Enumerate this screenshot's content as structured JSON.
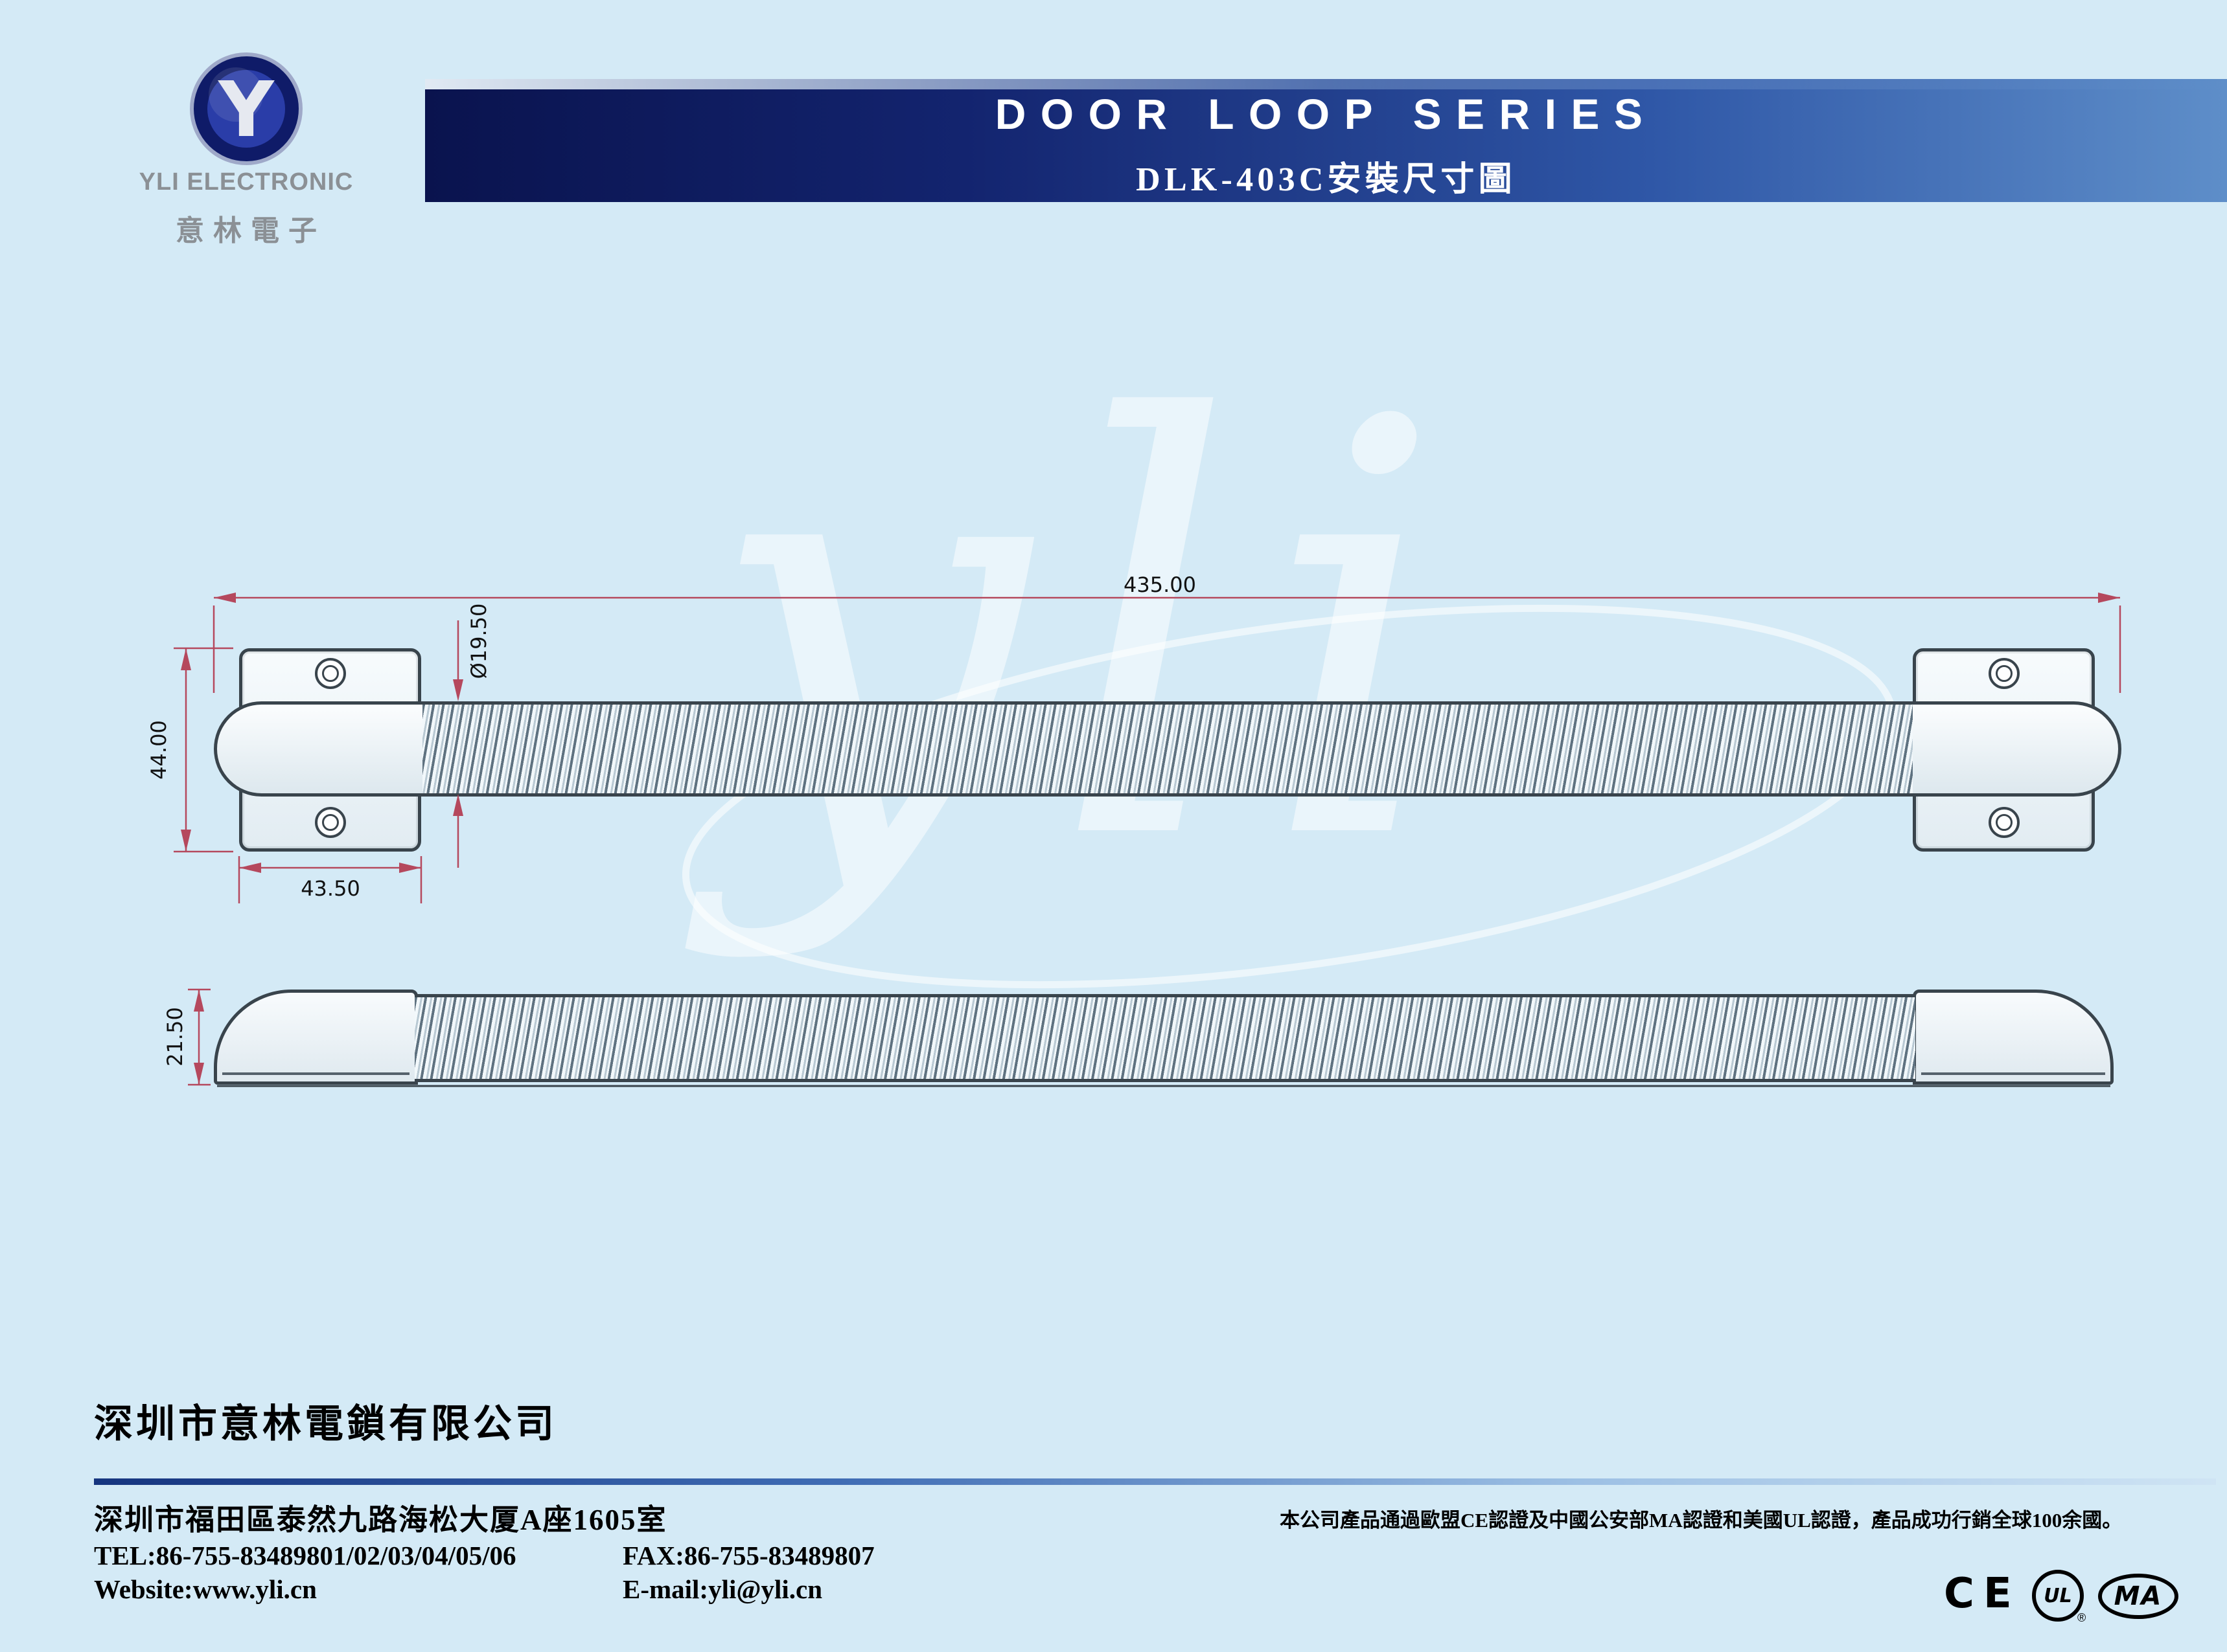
{
  "header": {
    "logo": {
      "monogram": "Y",
      "company_en": "YLI ELECTRONIC",
      "company_cn": "意林電子"
    },
    "banner": {
      "title": "DOOR LOOP SERIES",
      "subtitle": "DLK-403C安裝尺寸圖"
    }
  },
  "drawing": {
    "dim_total_length": "435.00",
    "dim_tube_diameter": "Ø19.50",
    "dim_cap_height": "44.00",
    "dim_cap_width": "43.50",
    "dim_side_height": "21.50",
    "watermark": "yli"
  },
  "footer": {
    "company": "深圳市意林電鎖有限公司",
    "address": "深圳市福田區泰然九路海松大厦A座1605室",
    "tel": "TEL:86-755-83489801/02/03/04/05/06",
    "fax": "FAX:86-755-83489807",
    "website": "Website:www.yli.cn",
    "email": "E-mail:yli@yli.cn",
    "cert_note": "本公司產品通過歐盟CE認證及中國公安部MA認證和美國UL認證，產品成功行銷全球100余國。",
    "cert_ce": "CE",
    "cert_ul": "UL",
    "cert_ul_reg": "®",
    "cert_ma": "MA"
  },
  "colors": {
    "page_bg": "#d4eaf6",
    "banner_dark": "#0a134e",
    "banner_light": "#5e8ec9",
    "line_ink": "#39444c",
    "dimension_line": "#b5485d",
    "logo_navy": "#0f1b68",
    "logo_gray_text": "#8b9095"
  }
}
